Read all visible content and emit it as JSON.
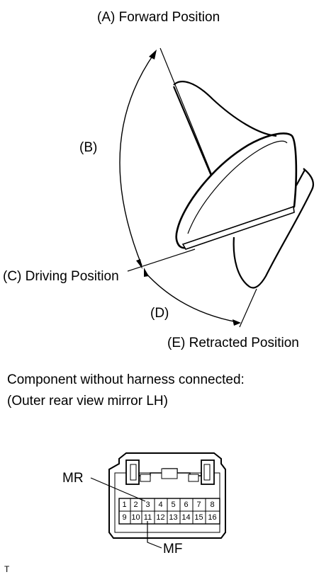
{
  "mirror": {
    "label_a": "(A) Forward Position",
    "label_b": "(B)",
    "label_c": "(C) Driving Position",
    "label_d": "(D)",
    "label_e": "(E) Retracted Position"
  },
  "caption": {
    "line1": "Component without harness connected:",
    "line2": "(Outer rear view mirror LH)"
  },
  "connector": {
    "label_mr": "MR",
    "label_mf": "MF",
    "pins_top": [
      "1",
      "2",
      "3",
      "4",
      "5",
      "6",
      "7",
      "8"
    ],
    "pins_bottom": [
      "9",
      "10",
      "11",
      "12",
      "13",
      "14",
      "15",
      "16"
    ]
  },
  "corner_mark": "T"
}
